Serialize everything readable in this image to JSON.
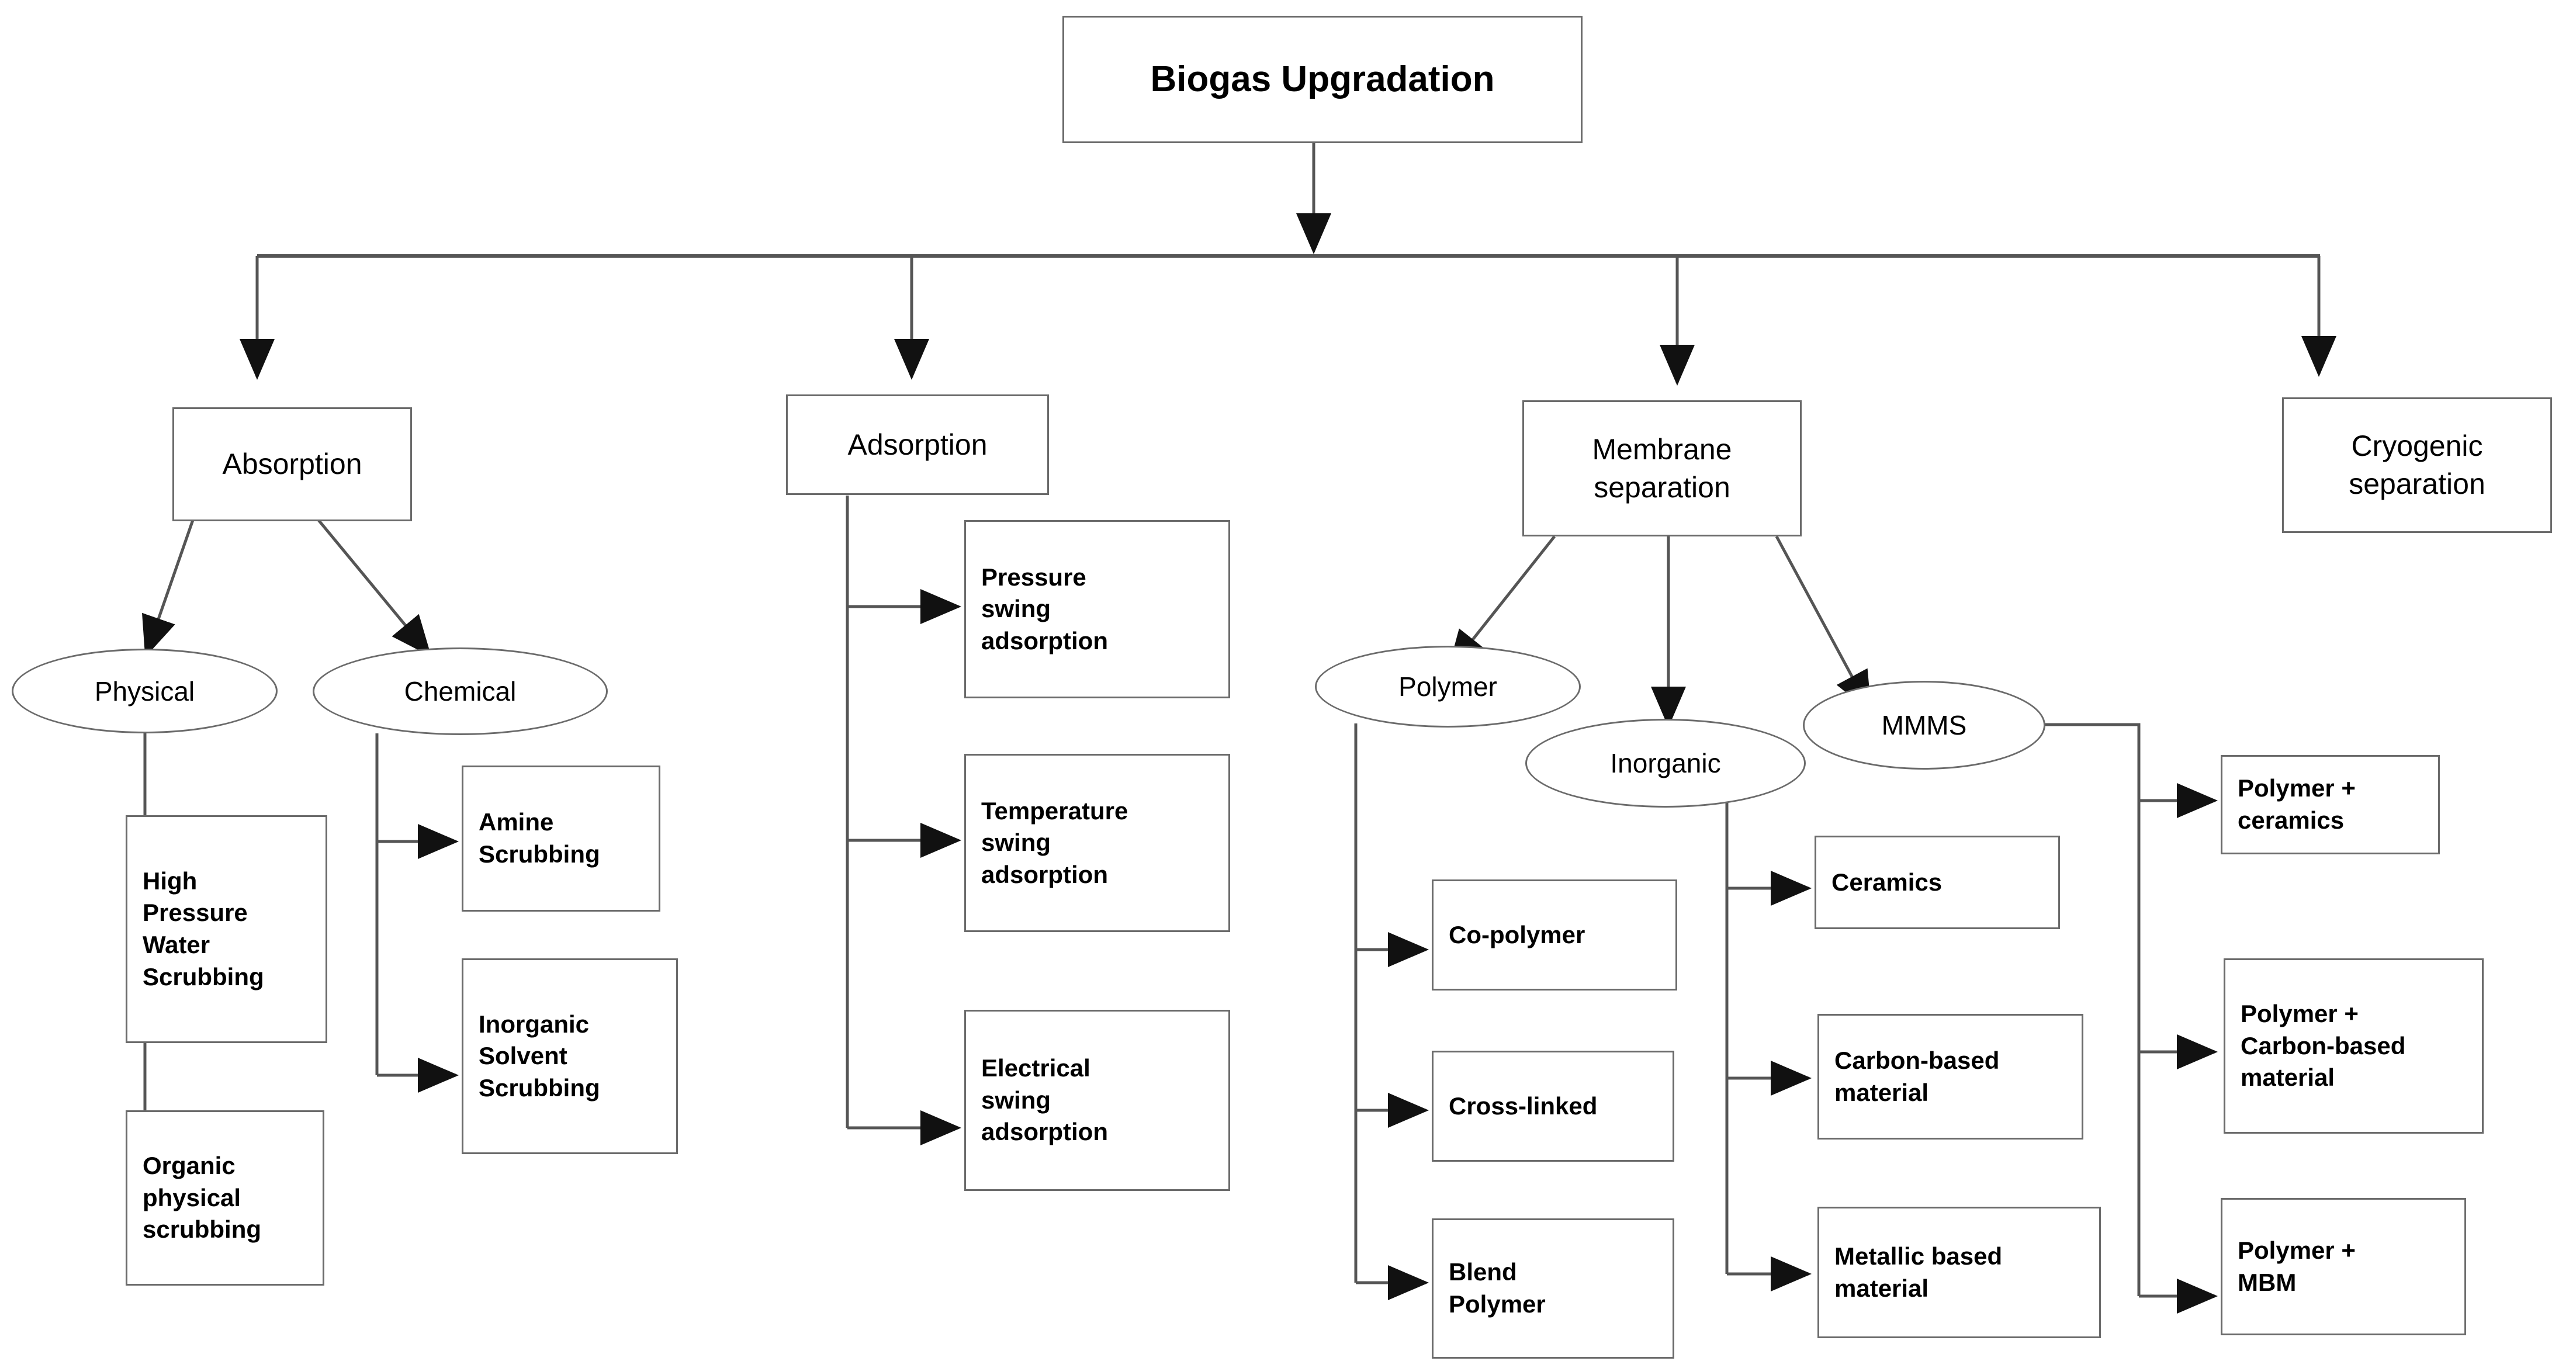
{
  "diagram": {
    "title": "Biogas Upgradation",
    "root": {
      "label": "Biogas Upgradation"
    },
    "level2": [
      {
        "id": "absorption",
        "label": "Absorption"
      },
      {
        "id": "adsorption",
        "label": "Adsorption"
      },
      {
        "id": "membrane",
        "label": "Membrane\nseparation"
      },
      {
        "id": "cryogenic",
        "label": "Cryogenic\nseparation"
      }
    ],
    "ellipses": [
      {
        "id": "physical",
        "label": "Physical",
        "parent": "absorption"
      },
      {
        "id": "chemical",
        "label": "Chemical",
        "parent": "absorption"
      },
      {
        "id": "polymer",
        "label": "Polymer",
        "parent": "membrane"
      },
      {
        "id": "inorganic",
        "label": "Inorganic",
        "parent": "membrane"
      },
      {
        "id": "mmms",
        "label": "MMMS",
        "parent": "membrane"
      }
    ],
    "leaves": {
      "physical": [
        {
          "label": "High\nPressure\nWater\nScrubbing"
        },
        {
          "label": "Organic\nphysical\nscrubbing"
        }
      ],
      "chemical": [
        {
          "label": "Amine\nScrubbing"
        },
        {
          "label": "Inorganic\nSolvent\nScrubbing"
        }
      ],
      "adsorption": [
        {
          "label": "Pressure\nswing\nadsorption"
        },
        {
          "label": "Temperature\nswing\nadsorption"
        },
        {
          "label": "Electrical\nswing\nadsorption"
        }
      ],
      "polymer": [
        {
          "label": "Co-polymer"
        },
        {
          "label": "Cross-linked"
        },
        {
          "label": "Blend\nPolymer"
        }
      ],
      "inorganic": [
        {
          "label": "Ceramics"
        },
        {
          "label": "Carbon-based\nmaterial"
        },
        {
          "label": "Metallic based\nmaterial"
        }
      ],
      "mmms": [
        {
          "label": "Polymer +\nceramics"
        },
        {
          "label": "Polymer +\nCarbon-based\nmaterial"
        },
        {
          "label": "Polymer +\nMBM"
        }
      ]
    },
    "colors": {
      "stroke": "#6b6b6b",
      "text": "#000000",
      "background": "#ffffff"
    }
  }
}
